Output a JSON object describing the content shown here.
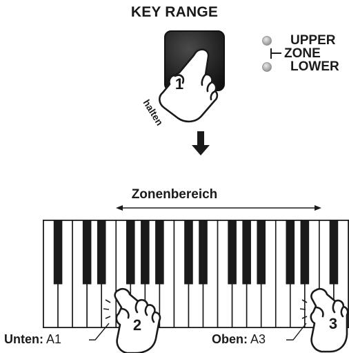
{
  "panel": {
    "title": "KEY RANGE",
    "hold_label": "halten",
    "steps": {
      "press": "1",
      "lower_key": "2",
      "upper_key": "3"
    }
  },
  "indicator": {
    "upper": "UPPER",
    "zone": "ZONE",
    "lower": "LOWER"
  },
  "keyboard": {
    "range_label": "Zonenbereich",
    "white_keys": 21,
    "lower_note": {
      "label": "Unten:",
      "value": "A1"
    },
    "upper_note": {
      "label": "Oben:",
      "value": "A3"
    }
  },
  "colors": {
    "ink": "#1a1a1a",
    "led": "#a8a8a8",
    "button": "#2a2a2a"
  }
}
